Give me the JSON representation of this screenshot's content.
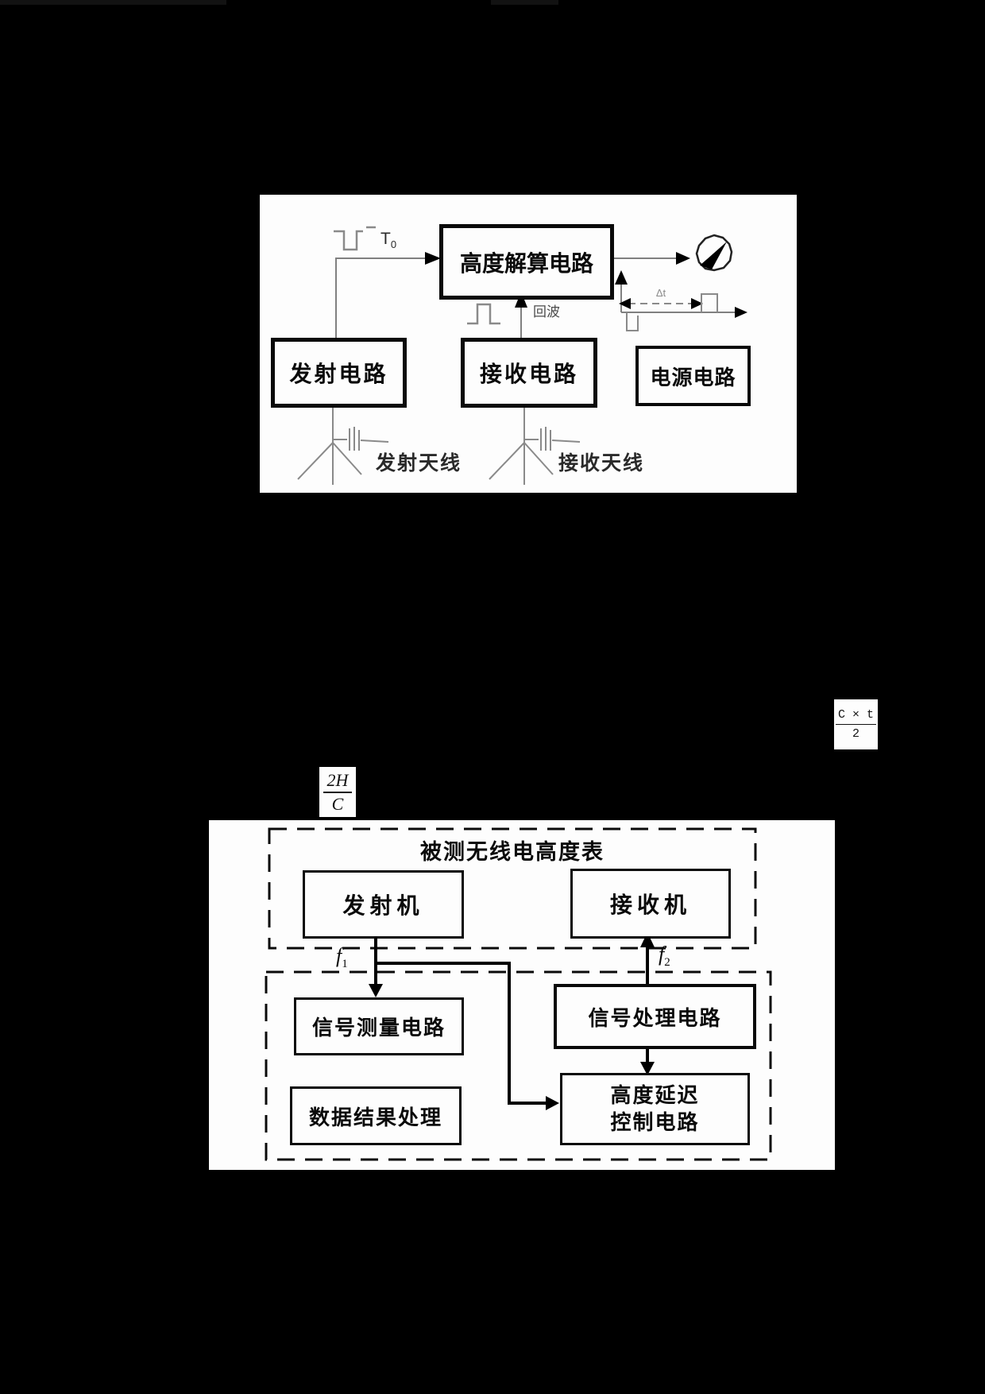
{
  "colors": {
    "page_background": "#000000",
    "panel_background": "#fdfdfd",
    "ink": "#0a0a0a",
    "thin_line": "#808080"
  },
  "figure1": {
    "blocks": {
      "altitude_solver": "高度解算电路",
      "transmit_circuit": "发射电路",
      "receive_circuit": "接收电路",
      "power_circuit": "电源电路"
    },
    "labels": {
      "t0_base": "T",
      "t0_sub": "0",
      "echo": "回波",
      "delta_t": "Δt",
      "tx_antenna": "发射天线",
      "rx_antenna": "接收天线"
    },
    "icons": {
      "negative_pulse": "negative-pulse-waveform",
      "positive_pulse": "positive-pulse-waveform",
      "indicator_dial": "altimeter-dial",
      "timing_axes": "time-axis-plot"
    }
  },
  "formulas": {
    "ct2": {
      "numerator": "C × t",
      "denominator": "2"
    },
    "hc2": {
      "numerator": "2H",
      "denominator": "C"
    }
  },
  "figure2": {
    "title": "被测无线电高度表",
    "blocks": {
      "transmitter": "发射机",
      "receiver": "接收机",
      "signal_measure": "信号测量电路",
      "data_result_processing": "数据结果处理",
      "signal_processing": "信号处理电路",
      "height_delay_line1": "高度延迟",
      "height_delay_line2": "控制电路"
    },
    "labels": {
      "f1_base": "f",
      "f1_sub": "1",
      "f2_base": "f",
      "f2_sub": "2"
    }
  }
}
